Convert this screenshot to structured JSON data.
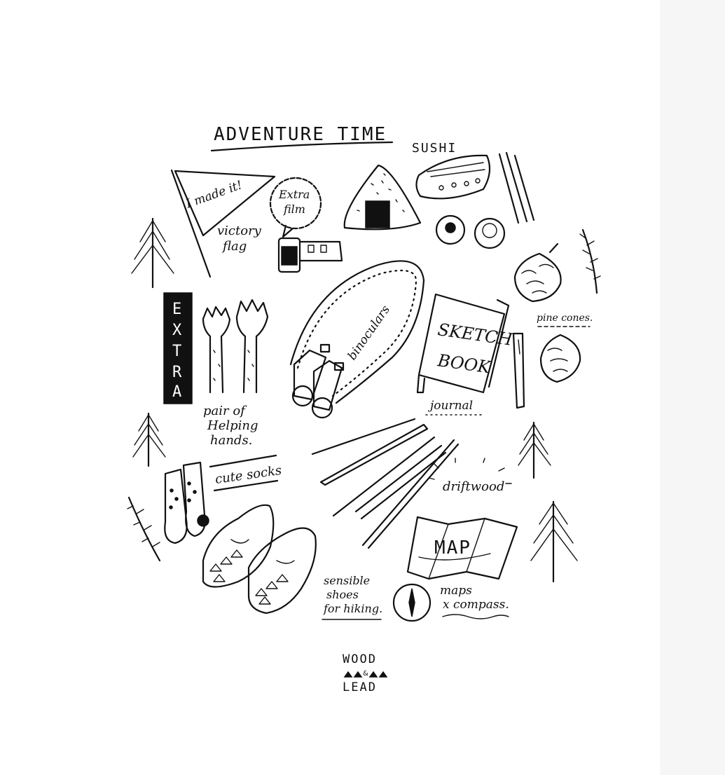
{
  "title": "ADVENTURE TIME",
  "labels": {
    "sushi": "SUSHI",
    "flag_text": "I made it!",
    "victory_flag_1": "victory",
    "victory_flag_2": "flag",
    "extra_film_1": "Extra",
    "extra_film_2": "film",
    "extra_banner": [
      "E",
      "X",
      "T",
      "R",
      "A"
    ],
    "helping_hands_1": "pair of",
    "helping_hands_2": "Helping",
    "helping_hands_3": "hands.",
    "binoculars": "binoculars",
    "sketchbook_1": "SKETCH",
    "sketchbook_2": "BOOK",
    "journal": "journal",
    "pine_cones": "pine cones.",
    "cute_socks": "cute socks",
    "driftwood": "driftwood",
    "map": "MAP",
    "shoes_1": "sensible",
    "shoes_2": "shoes",
    "shoes_3": "for hiking.",
    "maps_1": "maps",
    "maps_2": "x compass."
  },
  "logo": {
    "line1": "WOOD",
    "line2": "&",
    "line3": "LEAD"
  },
  "colors": {
    "ink": "#111111",
    "paper": "#ffffff"
  }
}
